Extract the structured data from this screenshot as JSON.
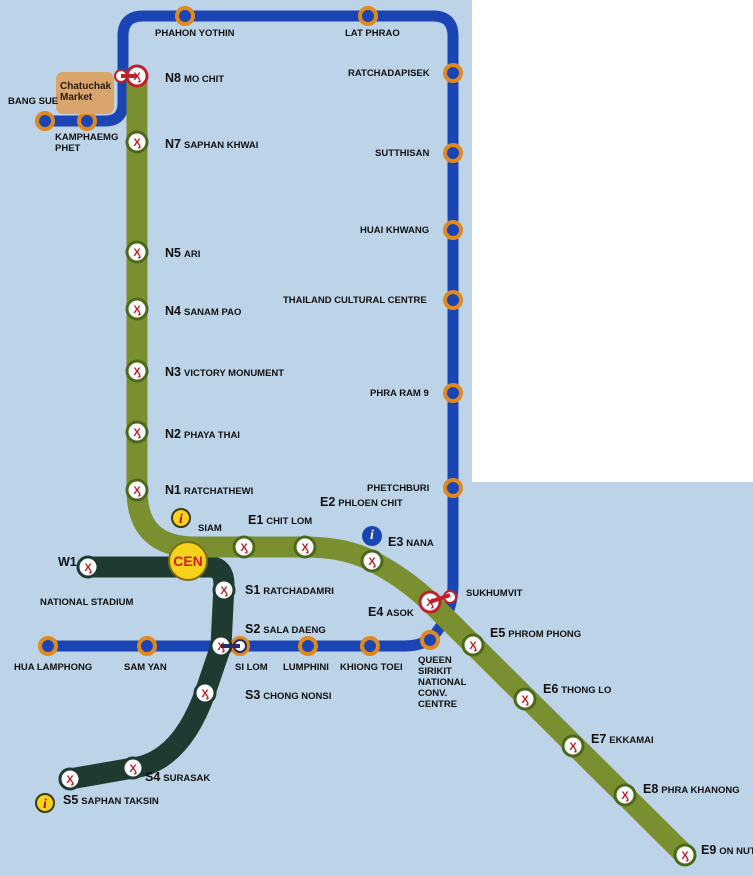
{
  "colors": {
    "mrt": "#1b45b4",
    "mrt_ring": "#e08a1e",
    "sukhumvit": "#7a9030",
    "silom": "#1f3a30",
    "bg": "#bcd3e8"
  },
  "landmarks": {
    "market": "Chatuchak Market",
    "central": "CEN",
    "info_icon": "i"
  },
  "mrt_stations": [
    {
      "name": "BANG SUE"
    },
    {
      "name": "KAMPHAEMG PHET"
    },
    {
      "name": "PHAHON YOTHIN"
    },
    {
      "name": "LAT PHRAO"
    },
    {
      "name": "RATCHADAPISEK"
    },
    {
      "name": "SUTTHISAN"
    },
    {
      "name": "HUAI KHWANG"
    },
    {
      "name": "THAILAND CULTURAL CENTRE"
    },
    {
      "name": "PHRA RAM 9"
    },
    {
      "name": "PHETCHBURI"
    },
    {
      "name": "SUKHUMVIT"
    },
    {
      "name": "QUEEN SIRIKIT NATIONAL CONV. CENTRE"
    },
    {
      "name": "KHIONG TOEI"
    },
    {
      "name": "LUMPHINI"
    },
    {
      "name": "SI LOM"
    },
    {
      "name": "SAM YAN"
    },
    {
      "name": "HUA LAMPHONG"
    }
  ],
  "sukhumvit_stations": [
    {
      "code": "N8",
      "name": "MO CHIT"
    },
    {
      "code": "N7",
      "name": "SAPHAN KHWAI"
    },
    {
      "code": "N5",
      "name": "ARI"
    },
    {
      "code": "N4",
      "name": "SANAM PAO"
    },
    {
      "code": "N3",
      "name": "VICTORY MONUMENT"
    },
    {
      "code": "N2",
      "name": "PHAYA THAI"
    },
    {
      "code": "N1",
      "name": "RATCHATHEWI"
    },
    {
      "code": "",
      "name": "SIAM"
    },
    {
      "code": "E1",
      "name": "CHIT LOM"
    },
    {
      "code": "E2",
      "name": "PHLOEN CHIT"
    },
    {
      "code": "E3",
      "name": "NANA"
    },
    {
      "code": "E4",
      "name": "ASOK"
    },
    {
      "code": "E5",
      "name": "PHROM PHONG"
    },
    {
      "code": "E6",
      "name": "THONG LO"
    },
    {
      "code": "E7",
      "name": "EKKAMAI"
    },
    {
      "code": "E8",
      "name": "PHRA KHANONG"
    },
    {
      "code": "E9",
      "name": "ON NUT"
    }
  ],
  "silom_stations": [
    {
      "code": "W1",
      "name": "NATIONAL STADIUM"
    },
    {
      "code": "S1",
      "name": "RATCHADAMRI"
    },
    {
      "code": "S2",
      "name": "SALA DAENG"
    },
    {
      "code": "S3",
      "name": "CHONG NONSI"
    },
    {
      "code": "S4",
      "name": "SURASAK"
    },
    {
      "code": "S5",
      "name": "SAPHAN TAKSIN"
    }
  ]
}
